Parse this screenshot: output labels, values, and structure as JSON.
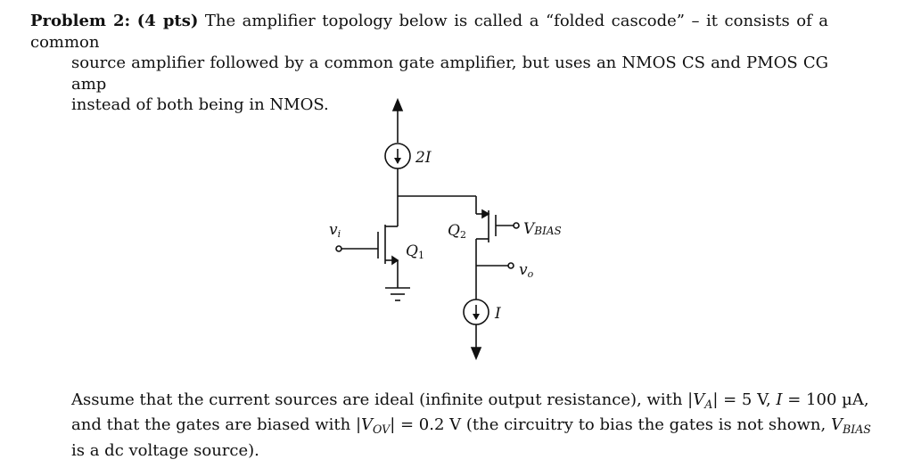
{
  "problem": {
    "label": "Problem 2:",
    "points": "(4 pts)",
    "line1_rest": " The amplifier topology below is called a “folded cascode” – it consists of a common",
    "line2": "source amplifier followed by a common gate amplifier, but uses an NMOS CS and PMOS CG amp",
    "line3": "instead of both being in NMOS."
  },
  "circuit": {
    "source_top_label": "2I",
    "source_bottom_label": "I",
    "vi_label": "v",
    "vi_sub": "i",
    "q1_label": "Q",
    "q1_sub": "1",
    "q2_label": "Q",
    "q2_sub": "2",
    "vbias_label": "V",
    "vbias_sub": "BIAS",
    "vo_label": "v",
    "vo_sub": "o"
  },
  "assumptions": {
    "l1_a": "Assume that the current sources are ideal (infinite output resistance), with |",
    "l1_va": "V",
    "l1_va_sub": "A",
    "l1_b": "| = 5 V, ",
    "l1_i": "I",
    "l1_c": " = 100 µA,",
    "l2_a": "and that the gates are biased with |",
    "l2_vov": "V",
    "l2_vov_sub": "OV",
    "l2_b": "| = 0.2 V (the circuitry to bias the gates is not shown, ",
    "l2_vb": "V",
    "l2_vb_sub": "BIAS",
    "l3": "is a dc voltage source)."
  }
}
